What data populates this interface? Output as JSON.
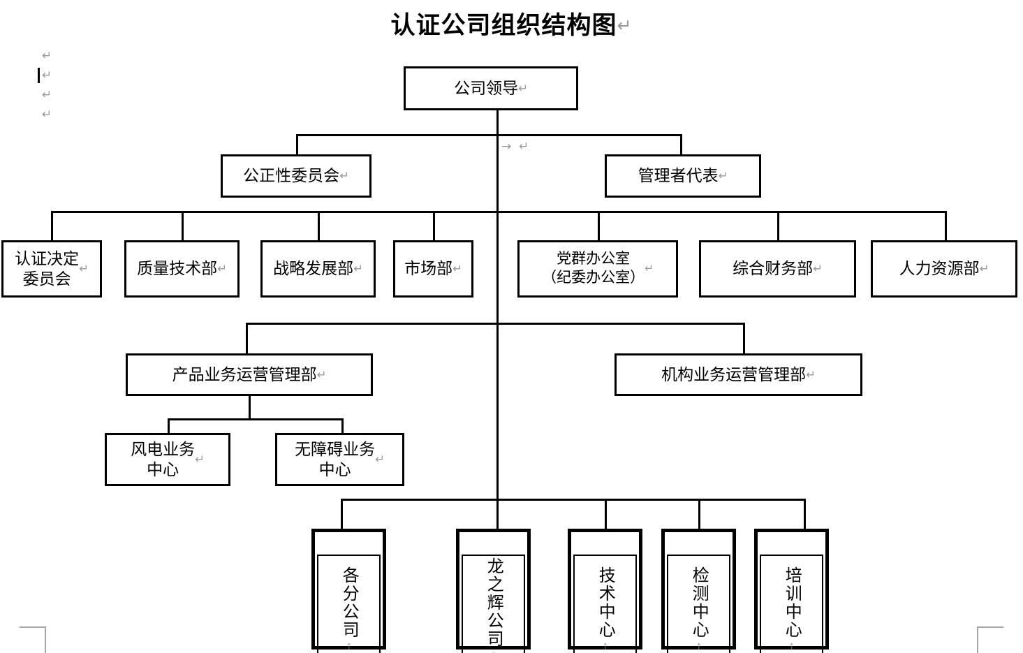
{
  "document": {
    "title": "认证公司组织结构图",
    "title_mark": "↵",
    "paragraph_mark": "↵",
    "vertical_paragraph_mark": "↑",
    "margin_marks": [
      "↵",
      "↵",
      "↵",
      "↵"
    ],
    "stray_mark": "→",
    "stray_mark_pilcrow": "↵"
  },
  "chart": {
    "type": "org-chart",
    "root": {
      "label": "公司领导",
      "mark": "↵"
    },
    "level2": [
      {
        "label": "公正性委员会",
        "mark": "↵"
      },
      {
        "label": "管理者代表",
        "mark": "↵"
      }
    ],
    "departments_left": [
      {
        "label": "认证决定\n委员会",
        "mark": "↵"
      },
      {
        "label": "质量技术部",
        "mark": "↵"
      },
      {
        "label": "战略发展部",
        "mark": "↵"
      },
      {
        "label": "市场部",
        "mark": "↵"
      }
    ],
    "departments_right": [
      {
        "label": "党群办公室\n（纪委办公室）",
        "mark": "↵"
      },
      {
        "label": "综合财务部",
        "mark": "↵"
      },
      {
        "label": "人力资源部",
        "mark": "↵"
      }
    ],
    "operations": [
      {
        "label": "产品业务运营管理部",
        "mark": "↵"
      },
      {
        "label": "机构业务运营管理部",
        "mark": "↵"
      }
    ],
    "business_centers": [
      {
        "label": "风电业务\n中心",
        "mark": "↵"
      },
      {
        "label": "无障碍业务\n中心",
        "mark": "↵"
      }
    ],
    "subsidiaries": [
      {
        "label": "各分公司",
        "mark": "↑"
      },
      {
        "label": "龙之辉公司",
        "mark": "↑"
      },
      {
        "label": "技术中心",
        "mark": "↑"
      },
      {
        "label": "检测中心",
        "mark": "↑"
      },
      {
        "label": "培训中心",
        "mark": "↑"
      }
    ]
  },
  "colors": {
    "line": "#000000",
    "box_border": "#000000",
    "text": "#000000",
    "mark": "#9a9a9a",
    "margin_guide": "#a6a6a6",
    "background": "#ffffff"
  }
}
